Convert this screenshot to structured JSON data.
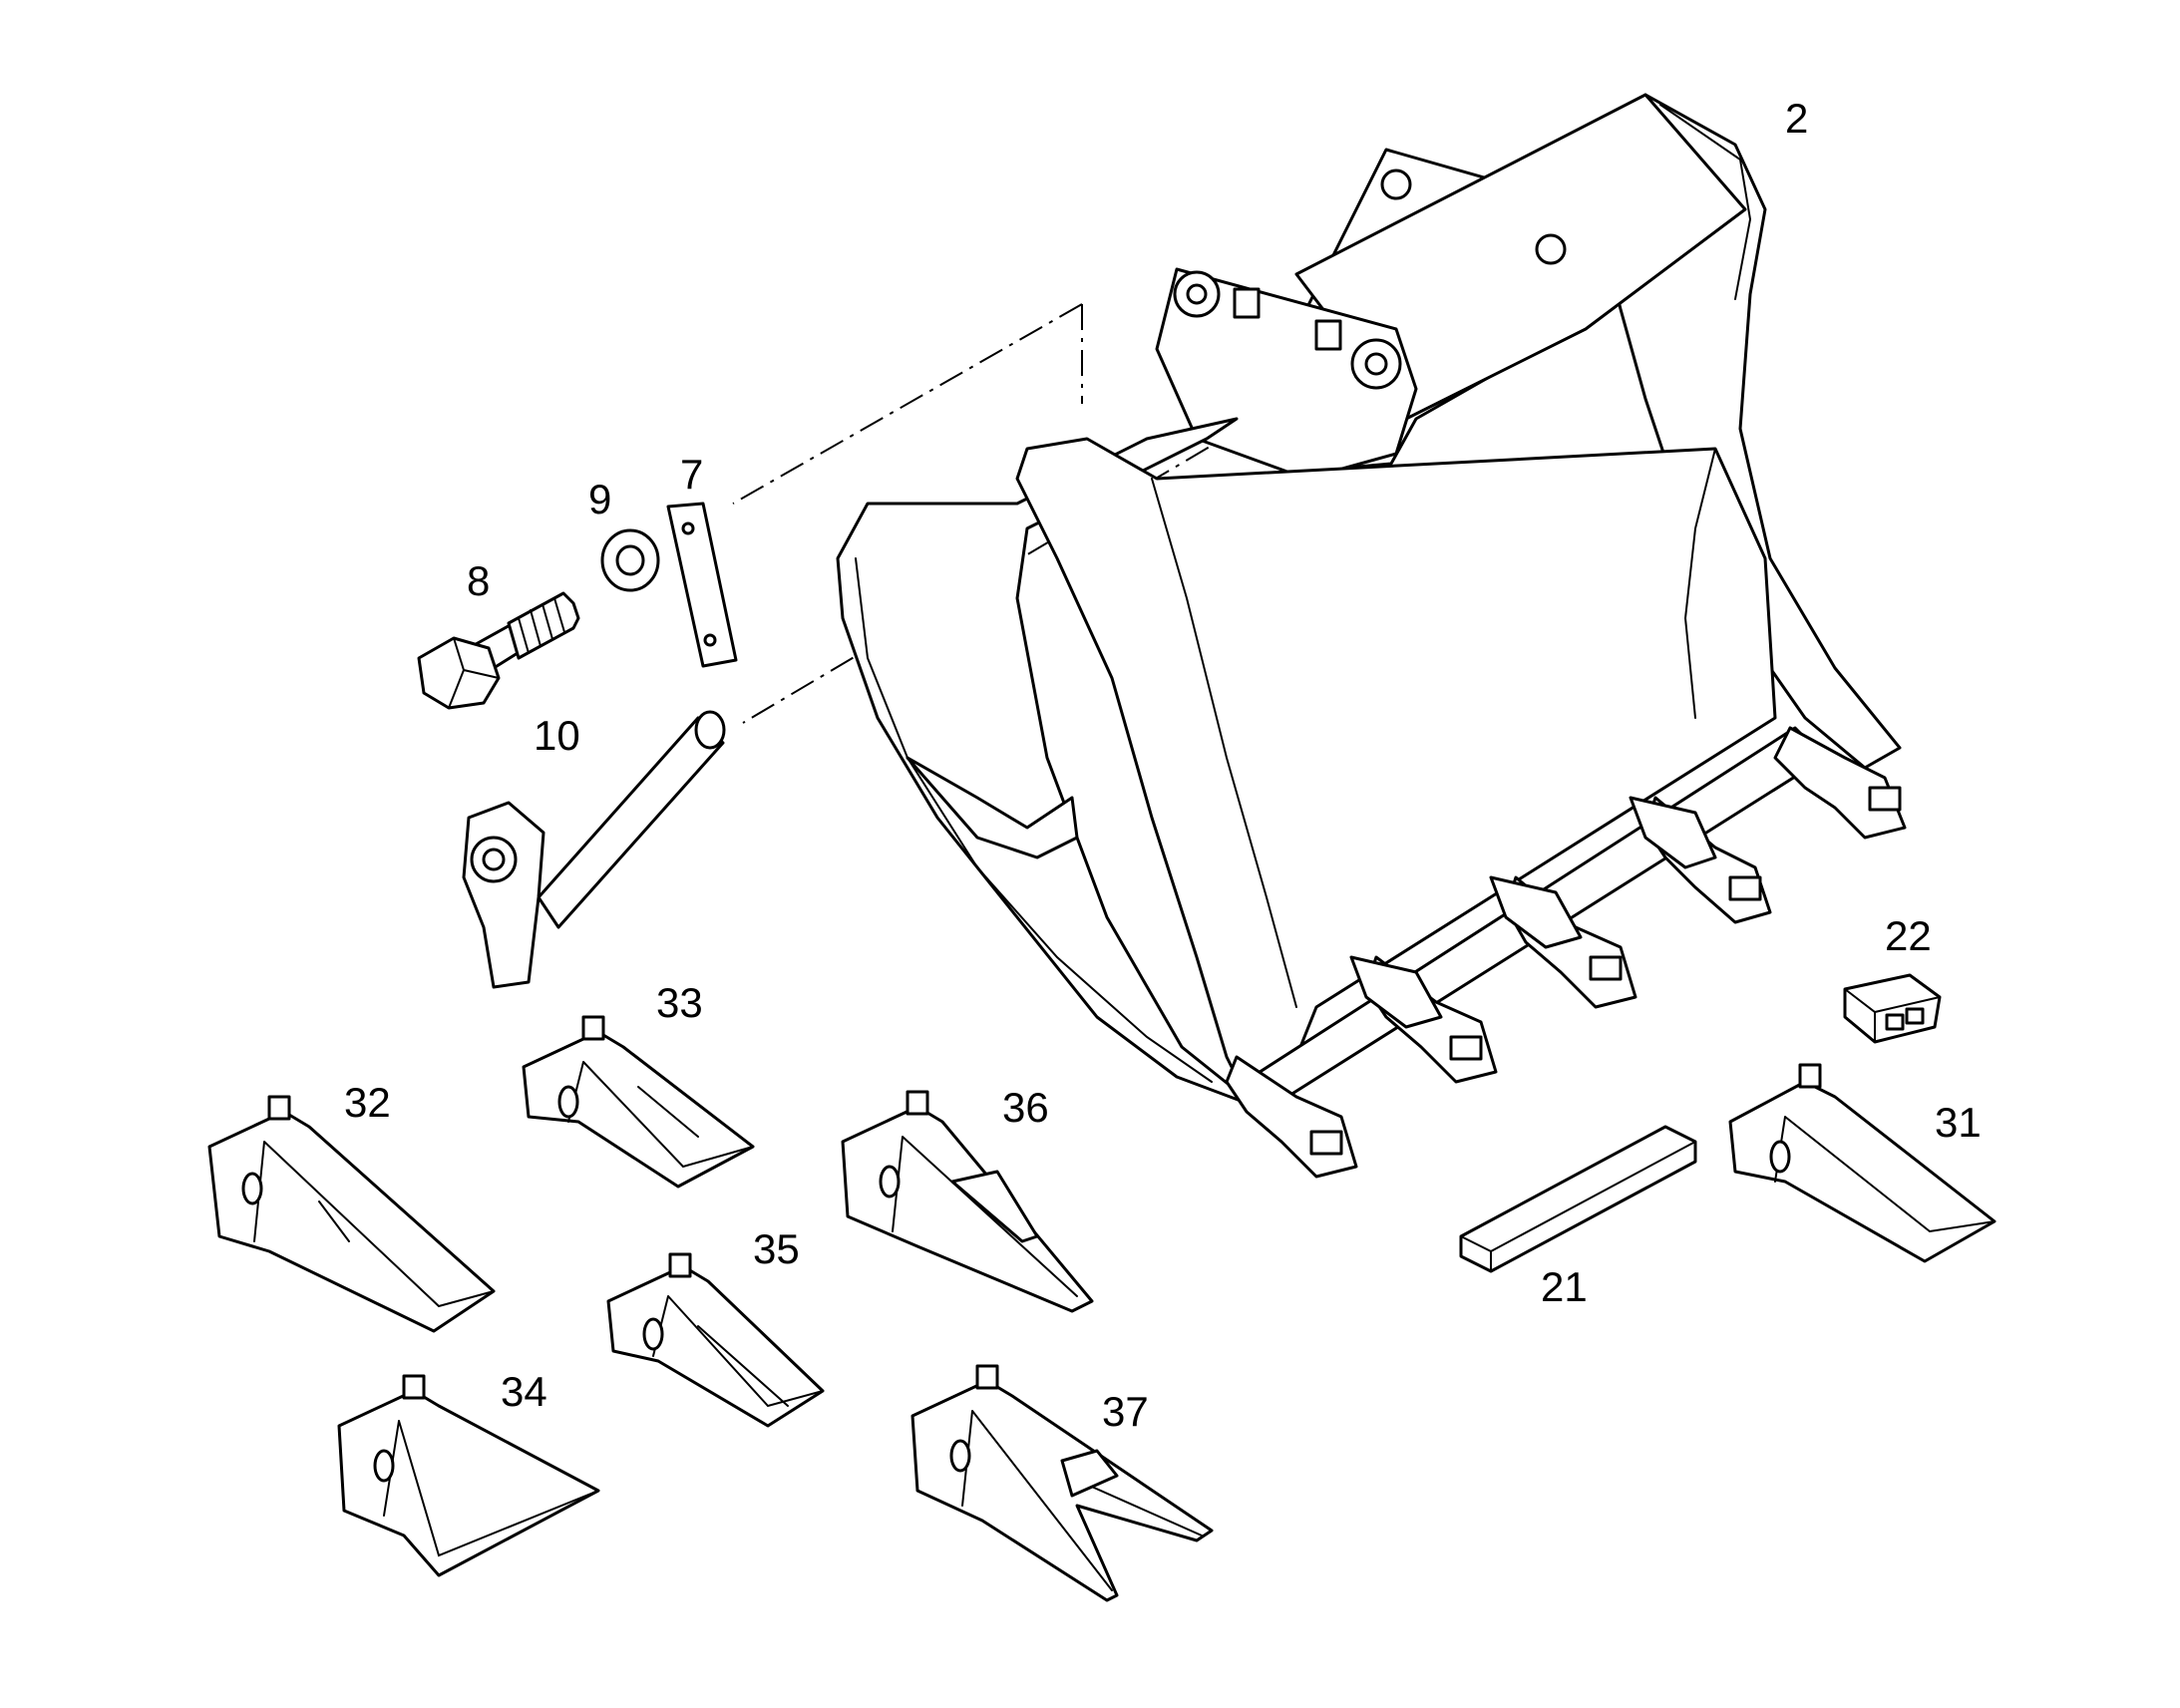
{
  "diagram": {
    "labels": {
      "bucket": "2",
      "plate": "7",
      "bolt": "8",
      "washer": "9",
      "pin": "10",
      "side_cutter": "21",
      "retainer": "22",
      "tooth_31": "31",
      "tooth_32": "32",
      "tooth_33": "33",
      "tooth_34": "34",
      "tooth_35": "35",
      "tooth_36": "36",
      "tooth_37": "37"
    },
    "colors": {
      "line": "#000000",
      "background": "#ffffff"
    }
  }
}
